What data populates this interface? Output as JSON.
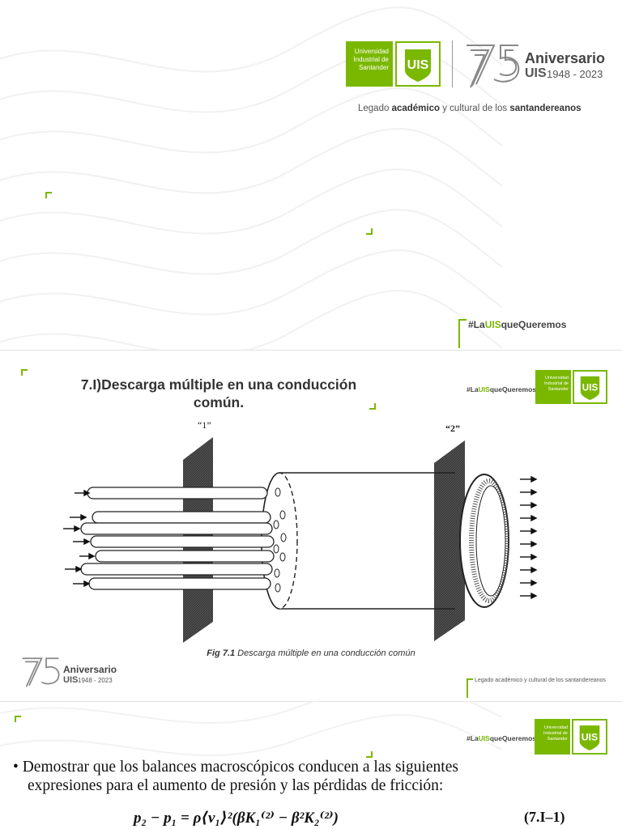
{
  "slide1": {
    "uis_name_lines": [
      "Universidad",
      "Industrial de",
      "Santander"
    ],
    "aniversario": "Aniversario",
    "aniv_brand": "UIS",
    "aniv_years": "1948 - 2023",
    "legado": {
      "pre": "Legado ",
      "bold1": "académico",
      "mid": " y cultural",
      "mid2": " de los ",
      "bold2": "santandereanos"
    },
    "hashtag": {
      "pre": "#La",
      "hl": "UIS",
      "post": "queQueremos"
    }
  },
  "slide2": {
    "title_line1": "7.I)Descarga múltiple en una conducción",
    "title_line2": "común.",
    "hashtag": {
      "pre": "#La",
      "hl": "UIS",
      "post": "queQueremos"
    },
    "uis_name_lines": [
      "Universidad",
      "Industrial de",
      "Santander"
    ],
    "figure": {
      "label1": "“1”",
      "label2": "“2”"
    },
    "caption_bold": "Fig 7.1",
    "caption_text": " Descarga múltiple en una conducción común",
    "aniversario": "Aniversario",
    "aniv_brand": "UIS",
    "aniv_years": "1948 - 2023",
    "legado": "Legado académico y cultural de los santandereanos"
  },
  "slide3": {
    "hashtag": {
      "pre": "#La",
      "hl": "UIS",
      "post": "queQueremos"
    },
    "uis_name_lines": [
      "Universidad",
      "Industrial de",
      "Santander"
    ],
    "bullet_line1": "• Demostrar que los balances macroscópicos conducen a las siguientes",
    "bullet_line2": "expresiones para el aumento de presión y las pérdidas de fricción:",
    "equation": "p₂ − p₁ = ρ⟨v₁⟩²(βK₁⁽²⁾ − β²K₂⁽²⁾)",
    "equation_number": "(7.I–1)"
  },
  "colors": {
    "accent": "#7ab800",
    "text": "#333333"
  }
}
